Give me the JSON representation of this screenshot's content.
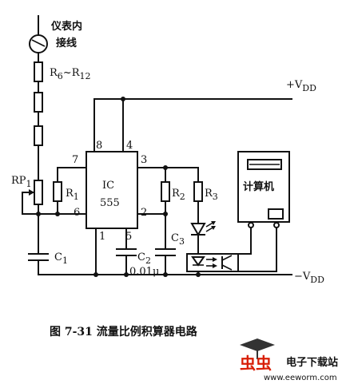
{
  "labels": {
    "meter_wiring_line1": "仪表内",
    "meter_wiring_line2": "接线",
    "resistor_chain_prefix": "R",
    "resistor_chain_sub1": "6",
    "resistor_chain_sep": "~R",
    "resistor_chain_sub2": "12",
    "vdd_plus_prefix": "+V",
    "vdd_plus_sub": "DD",
    "vdd_minus_prefix": "−V",
    "vdd_minus_sub": "DD",
    "ic_line1": "IC",
    "ic_line2": "555",
    "pin_8": "8",
    "pin_4": "4",
    "pin_7": "7",
    "pin_3": "3",
    "pin_6": "6",
    "pin_2": "2",
    "pin_1": "1",
    "pin_5": "5",
    "rp1": "RP",
    "rp1_sub": "1",
    "r1": "R",
    "r1_sub": "1",
    "r2": "R",
    "r2_sub": "2",
    "r3": "R",
    "r3_sub": "3",
    "c1": "C",
    "c1_sub": "1",
    "c2": "C",
    "c2_sub": "2",
    "c2_value": "0.01μ",
    "c3": "C",
    "c3_sub": "3",
    "computer": "计算机"
  },
  "caption": "图 7-31    流量比例积算器电路",
  "watermark": {
    "logo_text": "虫虫",
    "name": "电子下载站",
    "url": "www.eeworm.com"
  },
  "colors": {
    "ink": "#111111",
    "watermark_red": "#d81e06"
  }
}
